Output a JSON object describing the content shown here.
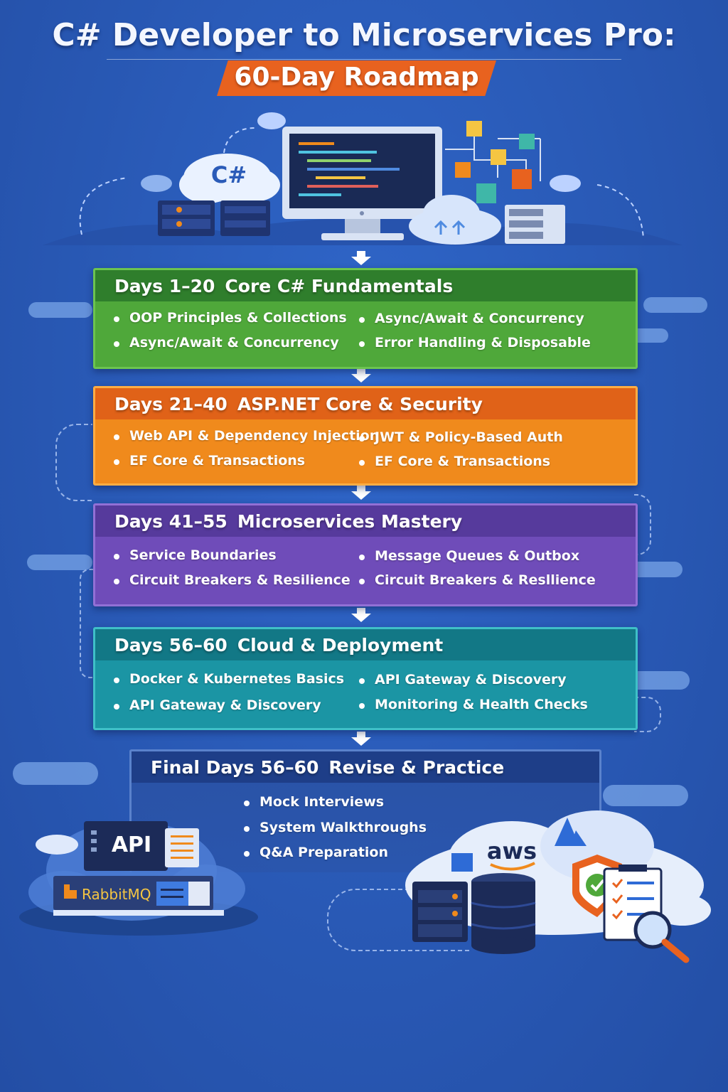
{
  "title": "C# Developer to Microservices Pro:",
  "subtitle": "60-Day Roadmap",
  "phases": [
    {
      "days": "Days 1–20",
      "name": "Core C# Fundamentals",
      "left": [
        "OOP Principles & Collections",
        "Async/Await & Concurrency"
      ],
      "right": [
        "Async/Await & Concurrency",
        "Error Handling & Disposable"
      ]
    },
    {
      "days": "Days 21–40",
      "name": "ASP.NET Core & Security",
      "left": [
        "Web API & Dependency Injection",
        "EF Core & Transactions"
      ],
      "right": [
        "JWT & Policy-Based Auth",
        "EF Core & Transactions"
      ]
    },
    {
      "days": "Days 41–55",
      "name": "Microservices Mastery",
      "left": [
        "Service Boundaries",
        "Circuit Breakers & Resilience"
      ],
      "right": [
        "Message Queues & Outbox",
        "Circuit Breakers & Resllience"
      ]
    },
    {
      "days": "Days 56–60",
      "name": "Cloud & Deployment",
      "left": [
        "Docker & Kubernetes Basics",
        "API Gateway & Discovery"
      ],
      "right": [
        "API Gateway & Discovery",
        "Monitoring & Health Checks"
      ]
    }
  ],
  "final": {
    "days": "Final Days 56–60",
    "name": "Revise & Practice",
    "items": [
      "Mock Interviews",
      "System Walkthroughs",
      "Q&A Preparation"
    ]
  },
  "illustration": {
    "csharp_label": "C#",
    "api_label": "API",
    "rabbitmq_label": "RabbitMQ",
    "aws_label": "aws"
  },
  "colors": {
    "background": "#2a5bb8",
    "accent_orange": "#e8621f",
    "phase1": "#4fa83a",
    "phase2": "#f08a1c",
    "phase3": "#6f4cb9",
    "phase4": "#1b95a4",
    "final": "#1e3e88"
  },
  "icons": [
    "cloud-icon",
    "monitor-icon",
    "server-rack-icon",
    "flow-blocks-icon",
    "upload-cloud-icon",
    "rabbitmq-icon",
    "database-icon",
    "shield-check-icon",
    "checklist-icon",
    "magnifier-icon",
    "azure-icon",
    "aws-icon"
  ]
}
